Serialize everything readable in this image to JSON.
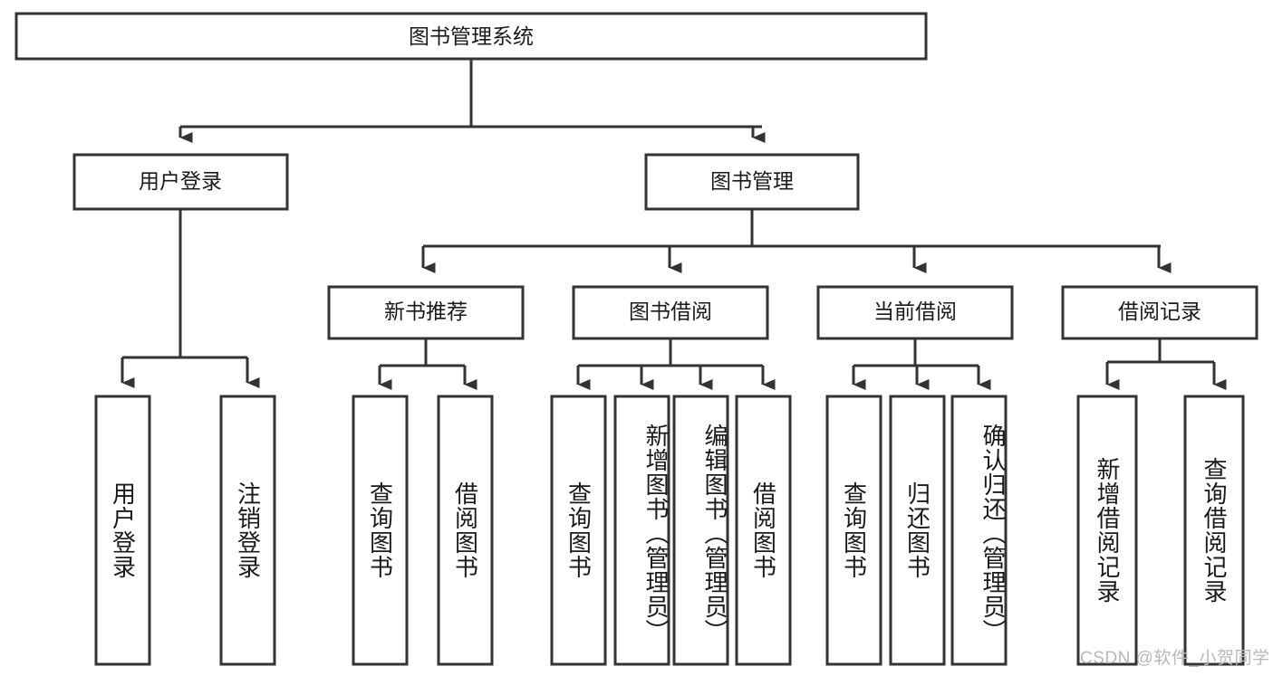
{
  "diagram": {
    "type": "tree",
    "title": "图书管理系统",
    "root": {
      "label": "图书管理系统"
    },
    "level2": [
      {
        "label": "用户登录"
      },
      {
        "label": "图书管理"
      }
    ],
    "level3": [
      {
        "label": "新书推荐"
      },
      {
        "label": "图书借阅"
      },
      {
        "label": "当前借阅"
      },
      {
        "label": "借阅记录"
      }
    ],
    "leaves": {
      "user_login": [
        {
          "label": "用户登录"
        },
        {
          "label": "注销登录"
        }
      ],
      "new_book_recommend": [
        {
          "label": "查询图书"
        },
        {
          "label": "借阅图书"
        }
      ],
      "book_borrow": [
        {
          "label": "查询图书"
        },
        {
          "label": "新增图书（管理员）"
        },
        {
          "label": "编辑图书（管理员）"
        },
        {
          "label": "借阅图书"
        }
      ],
      "current_borrow": [
        {
          "label": "查询图书"
        },
        {
          "label": "归还图书"
        },
        {
          "label": "确认归还（管理员）"
        }
      ],
      "borrow_record": [
        {
          "label": "新增借阅记录"
        },
        {
          "label": "查询借阅记录"
        }
      ]
    }
  },
  "watermark": {
    "text": "CSDN @软件_小贺同学"
  },
  "colors": {
    "background": "#ffffff",
    "box_fill": "#ffffff",
    "box_stroke": "#333333",
    "text": "#1a1a1a",
    "watermark": "#b9b9b9"
  }
}
